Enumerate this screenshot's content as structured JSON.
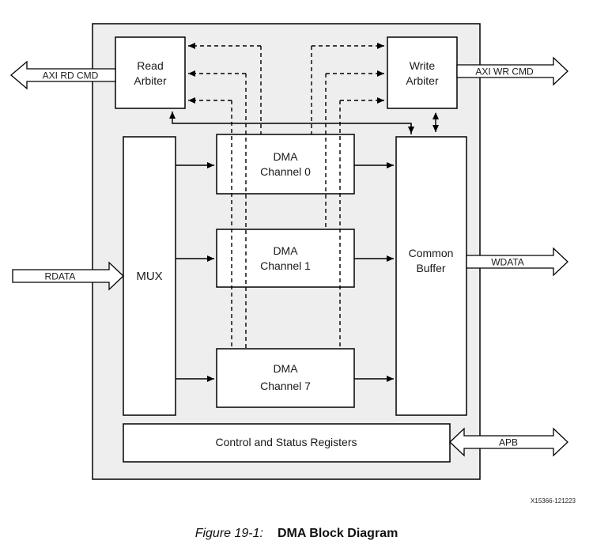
{
  "blocks": {
    "read_arbiter": [
      "Read",
      "Arbiter"
    ],
    "write_arbiter": [
      "Write",
      "Arbiter"
    ],
    "mux": "MUX",
    "channel0": [
      "DMA",
      "Channel 0"
    ],
    "channel1": [
      "DMA",
      "Channel 1"
    ],
    "channel7": [
      "DMA",
      "Channel 7"
    ],
    "common_buffer": [
      "Common",
      "Buffer"
    ],
    "control_status": "Control and Status Registers"
  },
  "buses": {
    "axi_rd_cmd": "AXI RD CMD",
    "axi_wr_cmd": "AXI WR CMD",
    "rdata": "RDATA",
    "wdata": "WDATA",
    "apb": "APB"
  },
  "figure_id": "X15366-121223",
  "caption": {
    "number": "Figure 19-1:",
    "title": "DMA Block Diagram"
  },
  "colors": {
    "frame_fill": "#eeeeee",
    "block_fill": "#ffffff",
    "line": "#000000"
  }
}
